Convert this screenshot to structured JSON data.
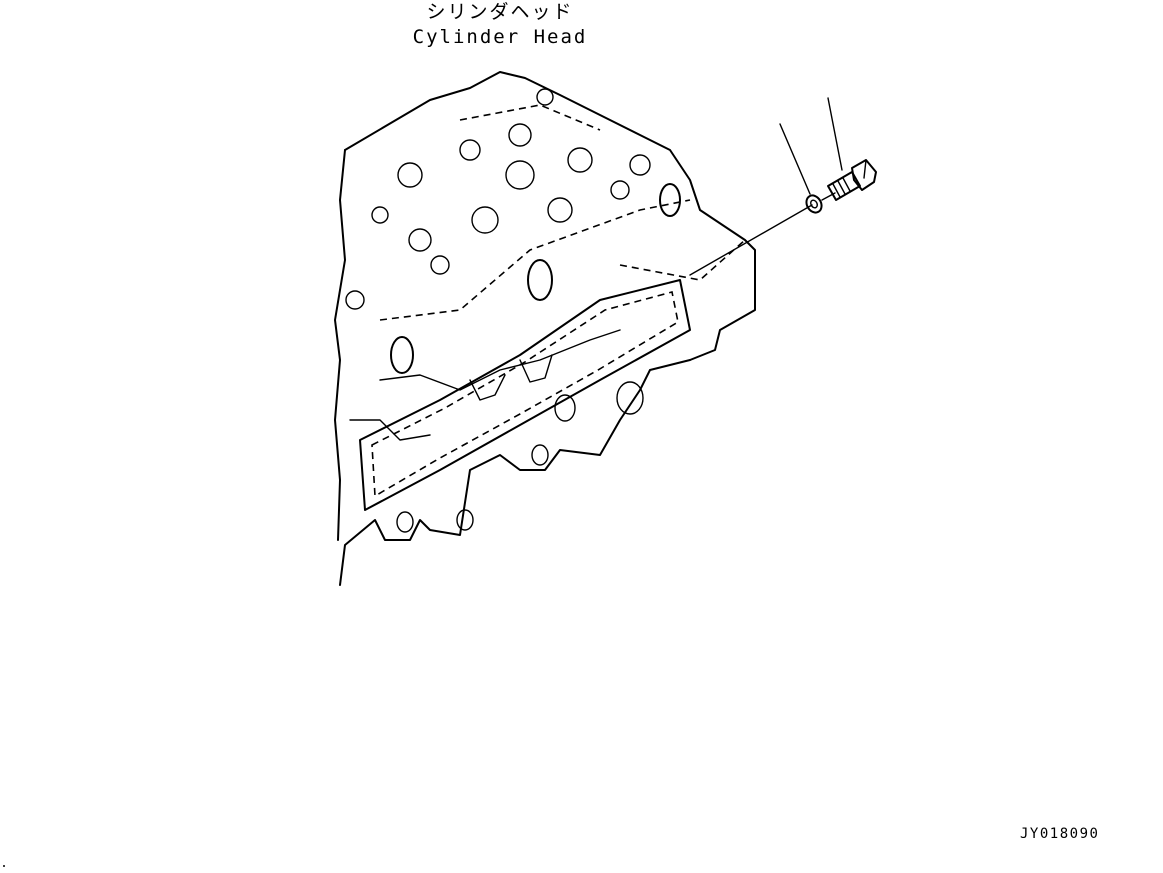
{
  "labels": {
    "part_name_jp": "シリンダヘッド",
    "part_name_en": "Cylinder Head"
  },
  "drawing_id": "JY018090",
  "icons": [
    "cylinder-head-illustration",
    "washer-icon",
    "bolt-icon"
  ],
  "colors": {
    "line": "#000000",
    "background": "#ffffff"
  }
}
